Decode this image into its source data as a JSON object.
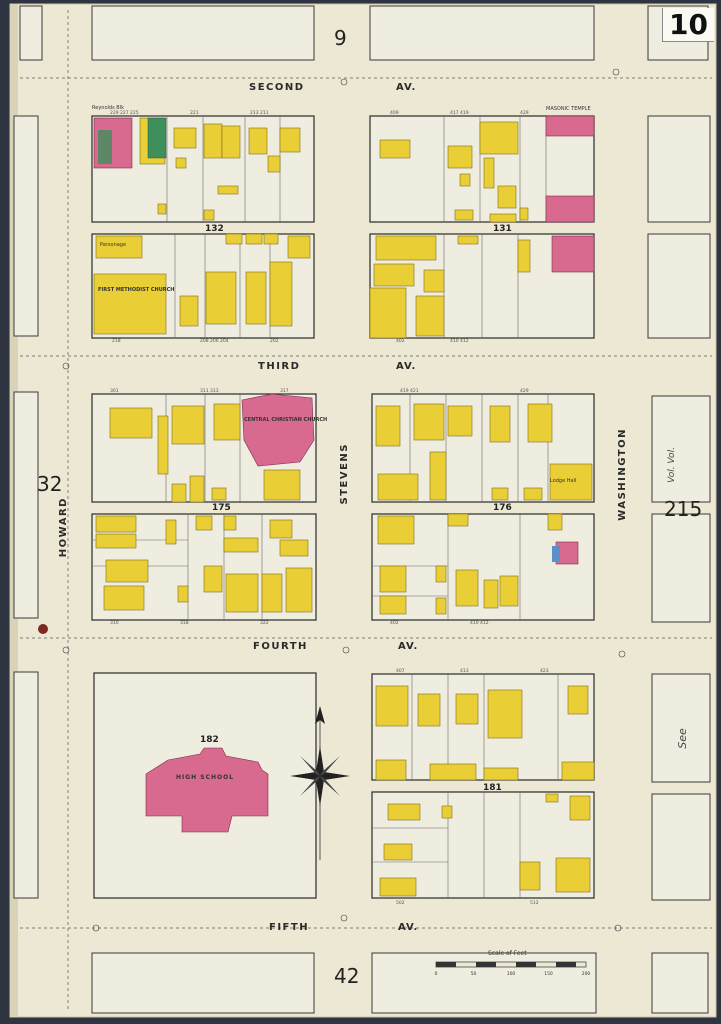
{
  "sheet": {
    "number": "10",
    "colors": {
      "paper": "#ece8d4",
      "frame": "#2f3540",
      "frame_wood": "#e9cf35",
      "brick": "#d76a8e",
      "street_line": "#3a3a3a",
      "dashed_line": "#5a5a5a"
    }
  },
  "streets": {
    "second": "SECOND",
    "third": "THIRD",
    "fourth": "FOURTH",
    "fifth": "FIFTH",
    "av": "AV.",
    "howard": "HOWARD",
    "stevens": "STEVENS",
    "washington": "WASHINGTON",
    "see_text": "See",
    "vol_text": "Vol. Vol."
  },
  "adjoining_sheets": {
    "top": "9",
    "left": "32",
    "right": "215",
    "bottom": "42"
  },
  "blocks": {
    "b132": "132",
    "b131": "131",
    "b175": "175",
    "b176": "176",
    "b182": "182",
    "b181": "181"
  },
  "buildings": {
    "first_methodist": "FIRST METHODIST CHURCH",
    "central_christian": "CENTRAL CHRISTIAN CHURCH",
    "high_school": "HIGH SCHOOL",
    "reynolds_blk": "Reynolds Blk",
    "manhattan_lodge": "MASONIC TEMPLE",
    "lodge_hall": "Lodge Hall",
    "parsonage": "Parsonage"
  },
  "scale": {
    "label": "Scale of Feet",
    "ticks": [
      "0",
      "50",
      "100",
      "150",
      "200"
    ]
  },
  "icons": {
    "compass": "compass-rose-icon",
    "north": "north-arrow-icon"
  }
}
